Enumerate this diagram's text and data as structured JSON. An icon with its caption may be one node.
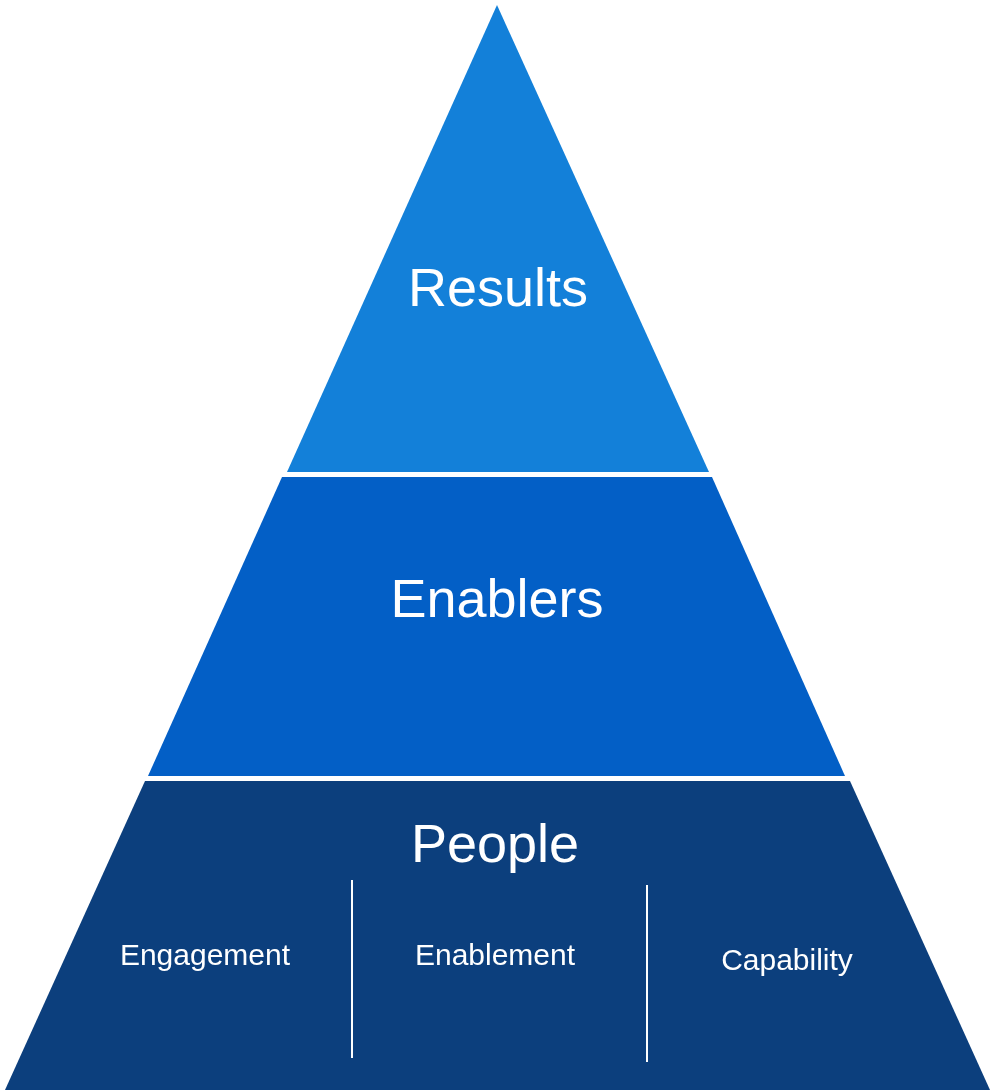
{
  "diagram": {
    "nodes": [
      {
        "text": [
          "Results"
        ]
      },
      {
        "text": [
          "Enablers"
        ]
      },
      {
        "text": [
          "People"
        ]
      },
      {
        "text": [
          "Engagement"
        ],
        "in": 2
      },
      {
        "text": [
          "Enablement"
        ],
        "in": 2
      },
      {
        "text": [
          "Capability"
        ],
        "in": 2
      }
    ],
    "edges": []
  }
}
